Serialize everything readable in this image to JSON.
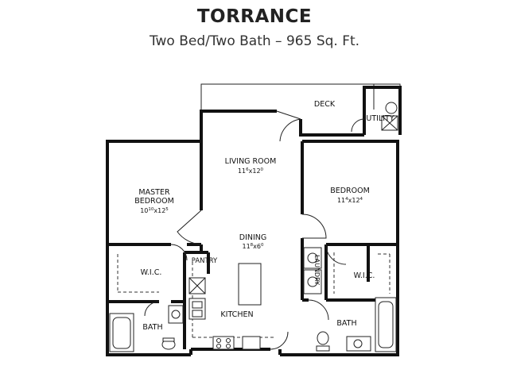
{
  "header": {
    "title": "TORRANCE",
    "subtitle": "Two Bed/Two Bath – 965 Sq. Ft."
  },
  "rooms": {
    "deck": "DECK",
    "utility": "UTILITY",
    "living_room": {
      "name": "LIVING ROOM",
      "dim_a": "11",
      "dim_a_sup": "6",
      "dim_b": "12",
      "dim_b_sup": "0"
    },
    "master_bedroom": {
      "name_line1": "MASTER",
      "name_line2": "BEDROOM",
      "dim_a": "10",
      "dim_a_sup": "10",
      "dim_b": "12",
      "dim_b_sup": "5"
    },
    "bedroom": {
      "name": "BEDROOM",
      "dim_a": "11",
      "dim_a_sup": "4",
      "dim_b": "12",
      "dim_b_sup": "4"
    },
    "dining": {
      "name": "DINING",
      "dim_a": "11",
      "dim_a_sup": "8",
      "dim_b": "6",
      "dim_b_sup": "0"
    },
    "pantry": "PANTRY",
    "wic_left": "W.I.C.",
    "wic_right": "W.I.C.",
    "laundry": "LAUNDRY",
    "kitchen": "KITCHEN",
    "bath_left": "BATH",
    "bath_right": "BATH"
  }
}
